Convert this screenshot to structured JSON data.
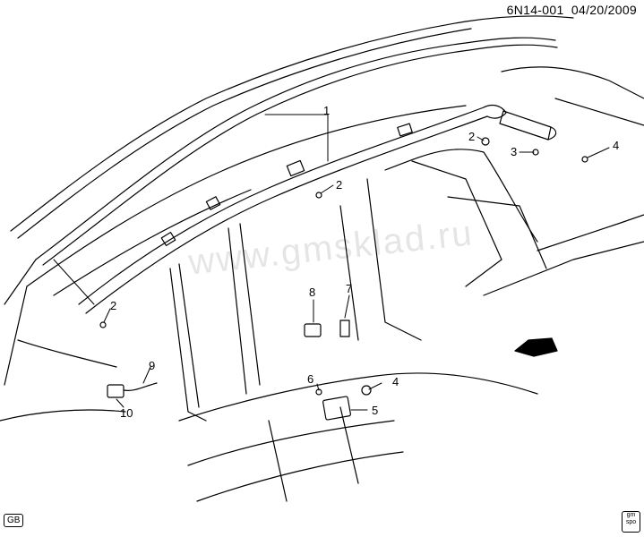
{
  "header": {
    "code": "6N14-001",
    "date": "04/20/2009"
  },
  "callouts": [
    "1",
    "2",
    "2",
    "2",
    "3",
    "4",
    "4",
    "5",
    "6",
    "7",
    "8",
    "9",
    "10"
  ],
  "watermark": "www.gmsklad.ru",
  "badges": {
    "region": "GB",
    "gm_logo_top": "gm",
    "gm_logo_bottom": "spo",
    "front_arrow": "FRT"
  }
}
